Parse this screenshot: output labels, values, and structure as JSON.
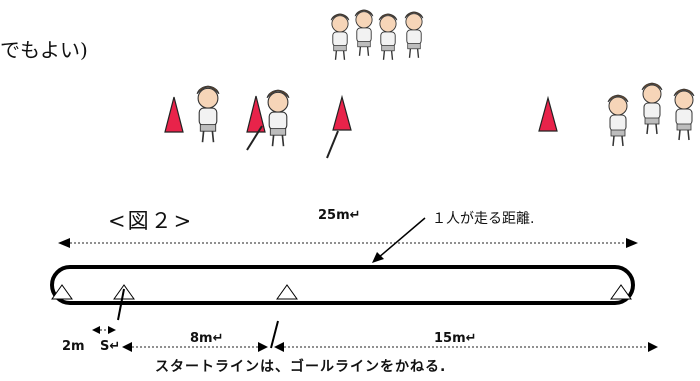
{
  "intro_text": "でもよい)",
  "figure_label": "<図２>",
  "labels": {
    "total_distance": "25m↵",
    "per_person": "１人が走る距離.",
    "left_gap": "2m",
    "start": "S↵",
    "mid_gap": "8m↵",
    "right_gap": "15m↵",
    "caption": "スタートラインは、ゴールラインをかねる."
  },
  "colors": {
    "cone_red": "#e8234a",
    "track": "#000000"
  },
  "icons": [
    "cone-icon",
    "child-icon",
    "arrow-icon",
    "marker-triangle-icon"
  ]
}
